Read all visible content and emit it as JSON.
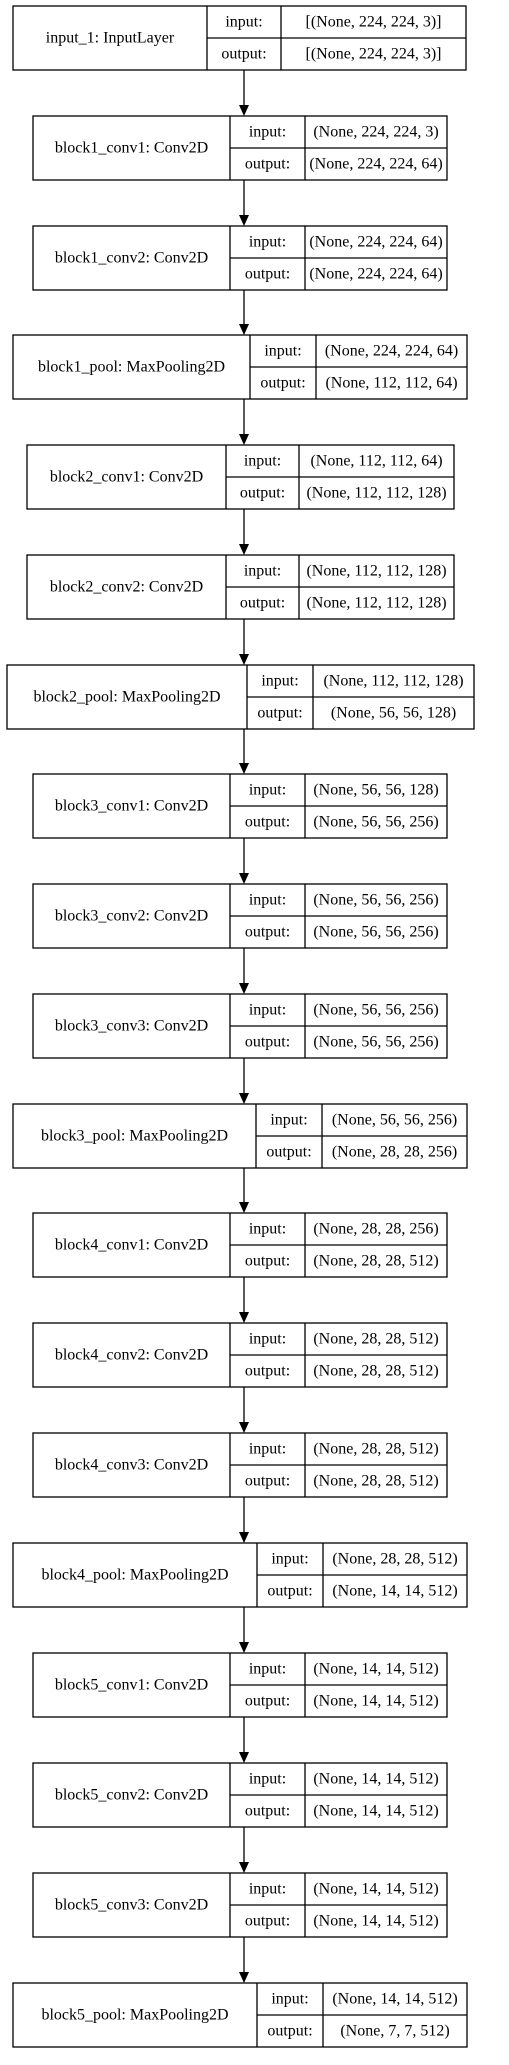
{
  "diagram": {
    "field_labels": {
      "input": "input:",
      "output": "output:"
    },
    "layers": [
      {
        "name": "input_1: InputLayer",
        "input": "[(None, 224, 224, 3)]",
        "output": "[(None, 224, 224, 3)]"
      },
      {
        "name": "block1_conv1: Conv2D",
        "input": "(None, 224, 224, 3)",
        "output": "(None, 224, 224, 64)"
      },
      {
        "name": "block1_conv2: Conv2D",
        "input": "(None, 224, 224, 64)",
        "output": "(None, 224, 224, 64)"
      },
      {
        "name": "block1_pool: MaxPooling2D",
        "input": "(None, 224, 224, 64)",
        "output": "(None, 112, 112, 64)"
      },
      {
        "name": "block2_conv1: Conv2D",
        "input": "(None, 112, 112, 64)",
        "output": "(None, 112, 112, 128)"
      },
      {
        "name": "block2_conv2: Conv2D",
        "input": "(None, 112, 112, 128)",
        "output": "(None, 112, 112, 128)"
      },
      {
        "name": "block2_pool: MaxPooling2D",
        "input": "(None, 112, 112, 128)",
        "output": "(None, 56, 56, 128)"
      },
      {
        "name": "block3_conv1: Conv2D",
        "input": "(None, 56, 56, 128)",
        "output": "(None, 56, 56, 256)"
      },
      {
        "name": "block3_conv2: Conv2D",
        "input": "(None, 56, 56, 256)",
        "output": "(None, 56, 56, 256)"
      },
      {
        "name": "block3_conv3: Conv2D",
        "input": "(None, 56, 56, 256)",
        "output": "(None, 56, 56, 256)"
      },
      {
        "name": "block3_pool: MaxPooling2D",
        "input": "(None, 56, 56, 256)",
        "output": "(None, 28, 28, 256)"
      },
      {
        "name": "block4_conv1: Conv2D",
        "input": "(None, 28, 28, 256)",
        "output": "(None, 28, 28, 512)"
      },
      {
        "name": "block4_conv2: Conv2D",
        "input": "(None, 28, 28, 512)",
        "output": "(None, 28, 28, 512)"
      },
      {
        "name": "block4_conv3: Conv2D",
        "input": "(None, 28, 28, 512)",
        "output": "(None, 28, 28, 512)"
      },
      {
        "name": "block4_pool: MaxPooling2D",
        "input": "(None, 28, 28, 512)",
        "output": "(None, 14, 14, 512)"
      },
      {
        "name": "block5_conv1: Conv2D",
        "input": "(None, 14, 14, 512)",
        "output": "(None, 14, 14, 512)"
      },
      {
        "name": "block5_conv2: Conv2D",
        "input": "(None, 14, 14, 512)",
        "output": "(None, 14, 14, 512)"
      },
      {
        "name": "block5_conv3: Conv2D",
        "input": "(None, 14, 14, 512)",
        "output": "(None, 14, 14, 512)"
      },
      {
        "name": "block5_pool: MaxPooling2D",
        "input": "(None, 14, 14, 512)",
        "output": "(None, 7, 7, 512)"
      }
    ]
  }
}
